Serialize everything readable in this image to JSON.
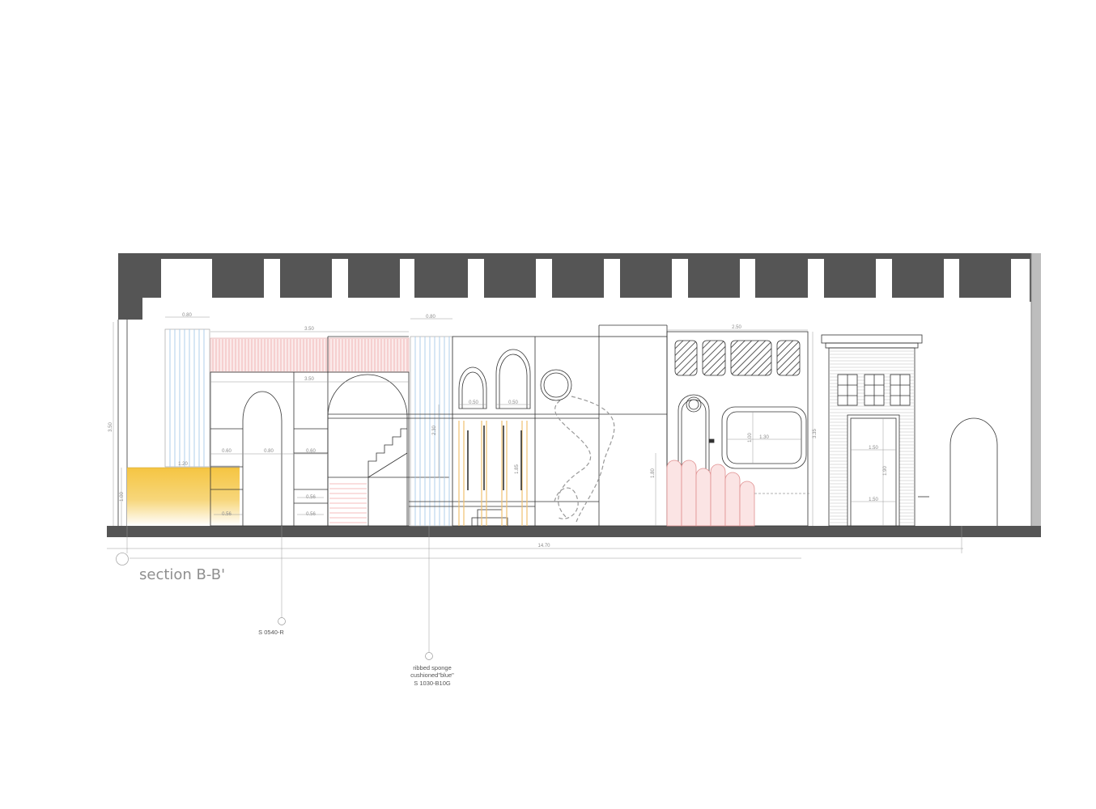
{
  "title": "section B-B'",
  "dimensions": {
    "overall_length": "14.70",
    "height_left": "3.50",
    "height_right": "3.35",
    "column_width_a": "0.80",
    "column_width_b": "0.80",
    "upper_span_top": "3.50",
    "upper_span_bottom": "3.50",
    "window_span": "2.50",
    "loft_w1": "0.60",
    "loft_w2": "0.80",
    "loft_w3": "0.60",
    "arch_w1": "0.50",
    "arch_w2": "0.50",
    "cube_w": "0.56",
    "shelf1": "0.56",
    "shelf2": "0.56",
    "yellow_w": "1.20",
    "yellow_h": "1.00",
    "window_w": "1.30",
    "window_h": "1.00",
    "door_h": "1.80",
    "house_w_top": "1.50",
    "house_w_bottom": "1.50",
    "house_door_h": "1.90",
    "side_h1": "2.30",
    "side_h2": "1.85"
  },
  "callouts": [
    {
      "lines": [
        "S 0540-R"
      ]
    },
    {
      "lines": [
        "ribbed sponge",
        "cushioned\"blue\"",
        "S 1030-B10G"
      ]
    }
  ],
  "colors": {
    "wall_dark": "#555555",
    "yellow": "#f5c542",
    "pink": "#f4b8b8",
    "blue": "#9cc3e6",
    "orange": "#f0c070",
    "line": "#333333",
    "dim_line": "#9a9a9a"
  }
}
